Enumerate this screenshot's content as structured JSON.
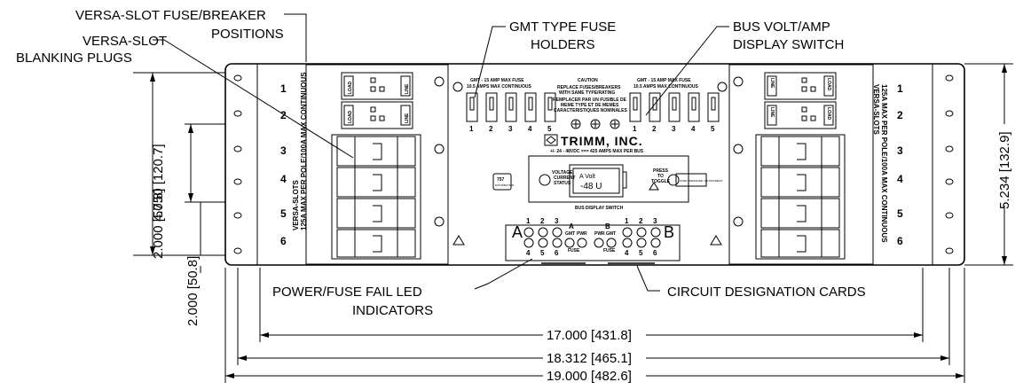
{
  "callouts": {
    "versa_slot_fuse_breaker": [
      "VERSA-SLOT FUSE/BREAKER",
      "POSITIONS"
    ],
    "versa_slot_blanking": [
      "VERSA-SLOT",
      "BLANKING PLUGS"
    ],
    "gmt_fuse_holders": [
      "GMT TYPE FUSE",
      "HOLDERS"
    ],
    "bus_volt_amp": [
      "BUS VOLT/AMP",
      "DISPLAY SWITCH"
    ],
    "power_fuse_fail": [
      "POWER/FUSE FAIL LED",
      "INDICATORS"
    ],
    "circuit_cards": "CIRCUIT DESIGNATION CARDS"
  },
  "dimensions": {
    "overall_width": "19.000 [482.6]",
    "mount_width": "18.312 [465.1]",
    "inner_width": "17.000 [431.8]",
    "overall_height": "5.234 [132.9]",
    "mount_spacing": "4.750 [120.7]",
    "hole_offset": "2.000 [50.8]"
  },
  "panel": {
    "brand": "TRIMM, INC.",
    "rating": "+/- 24 - 48VDC === 425 AMPS MAX PER BUS",
    "slot_numbers": [
      "1",
      "2",
      "3",
      "4",
      "5",
      "6"
    ],
    "fuse_numbers": [
      "1",
      "2",
      "3",
      "4",
      "5"
    ],
    "left_side_text": [
      "VERSA-SLOTS",
      "125A MAX PER POLE/100A MAX CONTINUOUS"
    ],
    "right_side_text": [
      "125A MAX PER POLE/100A MAX CONTINUOUS",
      "VERSA-SLOTS"
    ],
    "gmt_label_left": [
      "GMT - 15 AMP MAX FUSE",
      "10.5 AMPS MAX CONTINUOUS"
    ],
    "gmt_label_right": [
      "GMT - 15 AMP MAX FUSE",
      "10.5 AMPS MAX CONTINUOUS"
    ],
    "caution": [
      "CAUTION",
      "REPLACE FUSES/BREAKERS",
      "WITH SAME TYPE/RATING",
      "REMPLACER PAR UN FUSIBLE DE",
      "MEME TYPE ET DE MEMES",
      "CARACTERISTIQUES NOMINALES"
    ],
    "display": {
      "title": "A Volt",
      "value": "-48 U"
    },
    "voltage_label": [
      "VOLTAGE",
      "CURRENT",
      "STATUS"
    ],
    "press_label": [
      "PRESS",
      "TO",
      "TOGGLE"
    ],
    "bus_display_switch": "BUS DISPLAY SWITCH",
    "logo_box": [
      "757",
      "DISTRIBUTION"
    ],
    "side_box": "OVER PRESSURE / ADJUSTMENT",
    "bus_a": "A",
    "bus_b": "B",
    "led_top_numbers_a": [
      "1",
      "2",
      "3"
    ],
    "led_bottom_numbers_a": [
      "4",
      "5",
      "6"
    ],
    "led_top_numbers_b": [
      "1",
      "2",
      "3"
    ],
    "led_bottom_numbers_b": [
      "4",
      "5",
      "6"
    ],
    "pwr": "PWR",
    "gmt": "GMT",
    "fuse": "FUSE",
    "load": "LOAD",
    "line": "LINE"
  }
}
